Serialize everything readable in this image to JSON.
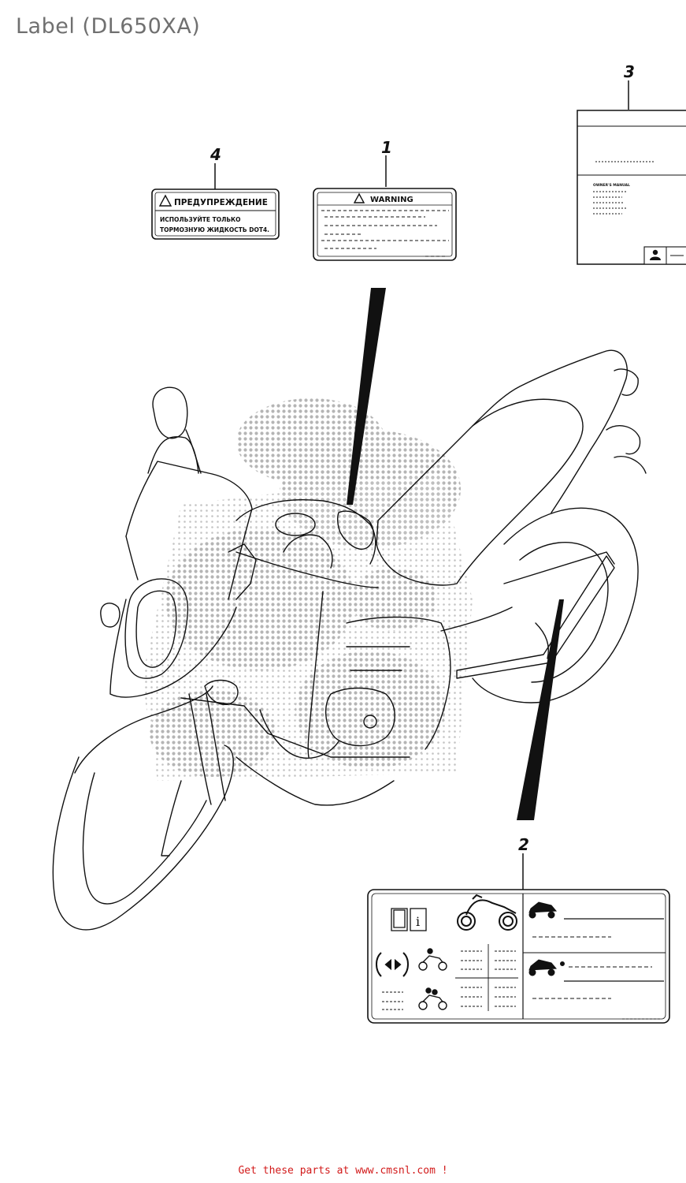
{
  "page": {
    "title": "Label (DL650XA)",
    "footer_link": "Get these parts at www.cmsnl.com  !"
  },
  "callouts": [
    {
      "number": "1"
    },
    {
      "number": "2"
    },
    {
      "number": "3"
    },
    {
      "number": "4"
    }
  ],
  "label_1": {
    "heading": "WARNING"
  },
  "label_3": {
    "line1": "OWNER'S MANUAL"
  },
  "label_4": {
    "heading": "ПРЕДУПРЕЖДЕНИЕ",
    "line1": "ИСПОЛЬЗУЙТЕ ТОЛЬКО",
    "line2": "ТОРМОЗНУЮ ЖИДКОСТЬ DOT4."
  },
  "icons": {
    "warning": "warning-triangle-icon",
    "manual": "owner-manual-icon",
    "motorcycle": "motorcycle-icon",
    "tire_pressure": "tire-pressure-icon",
    "rider_solo": "rider-solo-icon",
    "rider_passenger": "rider-passenger-icon",
    "person": "person-icon"
  },
  "colors": {
    "line": "#111111",
    "halftone": "#b8b8b8",
    "title": "#707070",
    "link": "#d21a1a"
  }
}
